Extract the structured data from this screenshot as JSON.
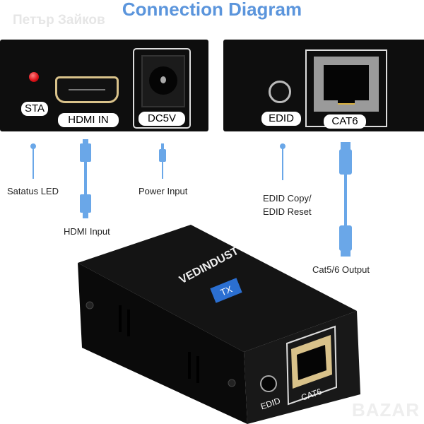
{
  "title": "Connection Diagram",
  "watermark": "Петър Зайков",
  "left_panel": {
    "sta": "STA",
    "hdmi_in": "HDMI IN",
    "dc5v": "DC5V"
  },
  "right_panel": {
    "edid": "EDID",
    "cat6": "CAT6"
  },
  "labels": {
    "status_led": "Satatus LED",
    "hdmi_input": "HDMI Input",
    "power_input": "Power Input",
    "edid_line1": "EDID  Copy/",
    "edid_line2": "EDID Reset",
    "cat_output": "Cat5/6  Output"
  },
  "device": {
    "brand": "VEDINDUST",
    "badge": "TX",
    "edid": "EDID",
    "cat6": "CAT6"
  },
  "site_watermark": "BAZAR",
  "colors": {
    "accent": "#5b95dc",
    "cable": "#6aa7e8",
    "led": "#e0141c",
    "port_gold": "#d9c28a"
  }
}
